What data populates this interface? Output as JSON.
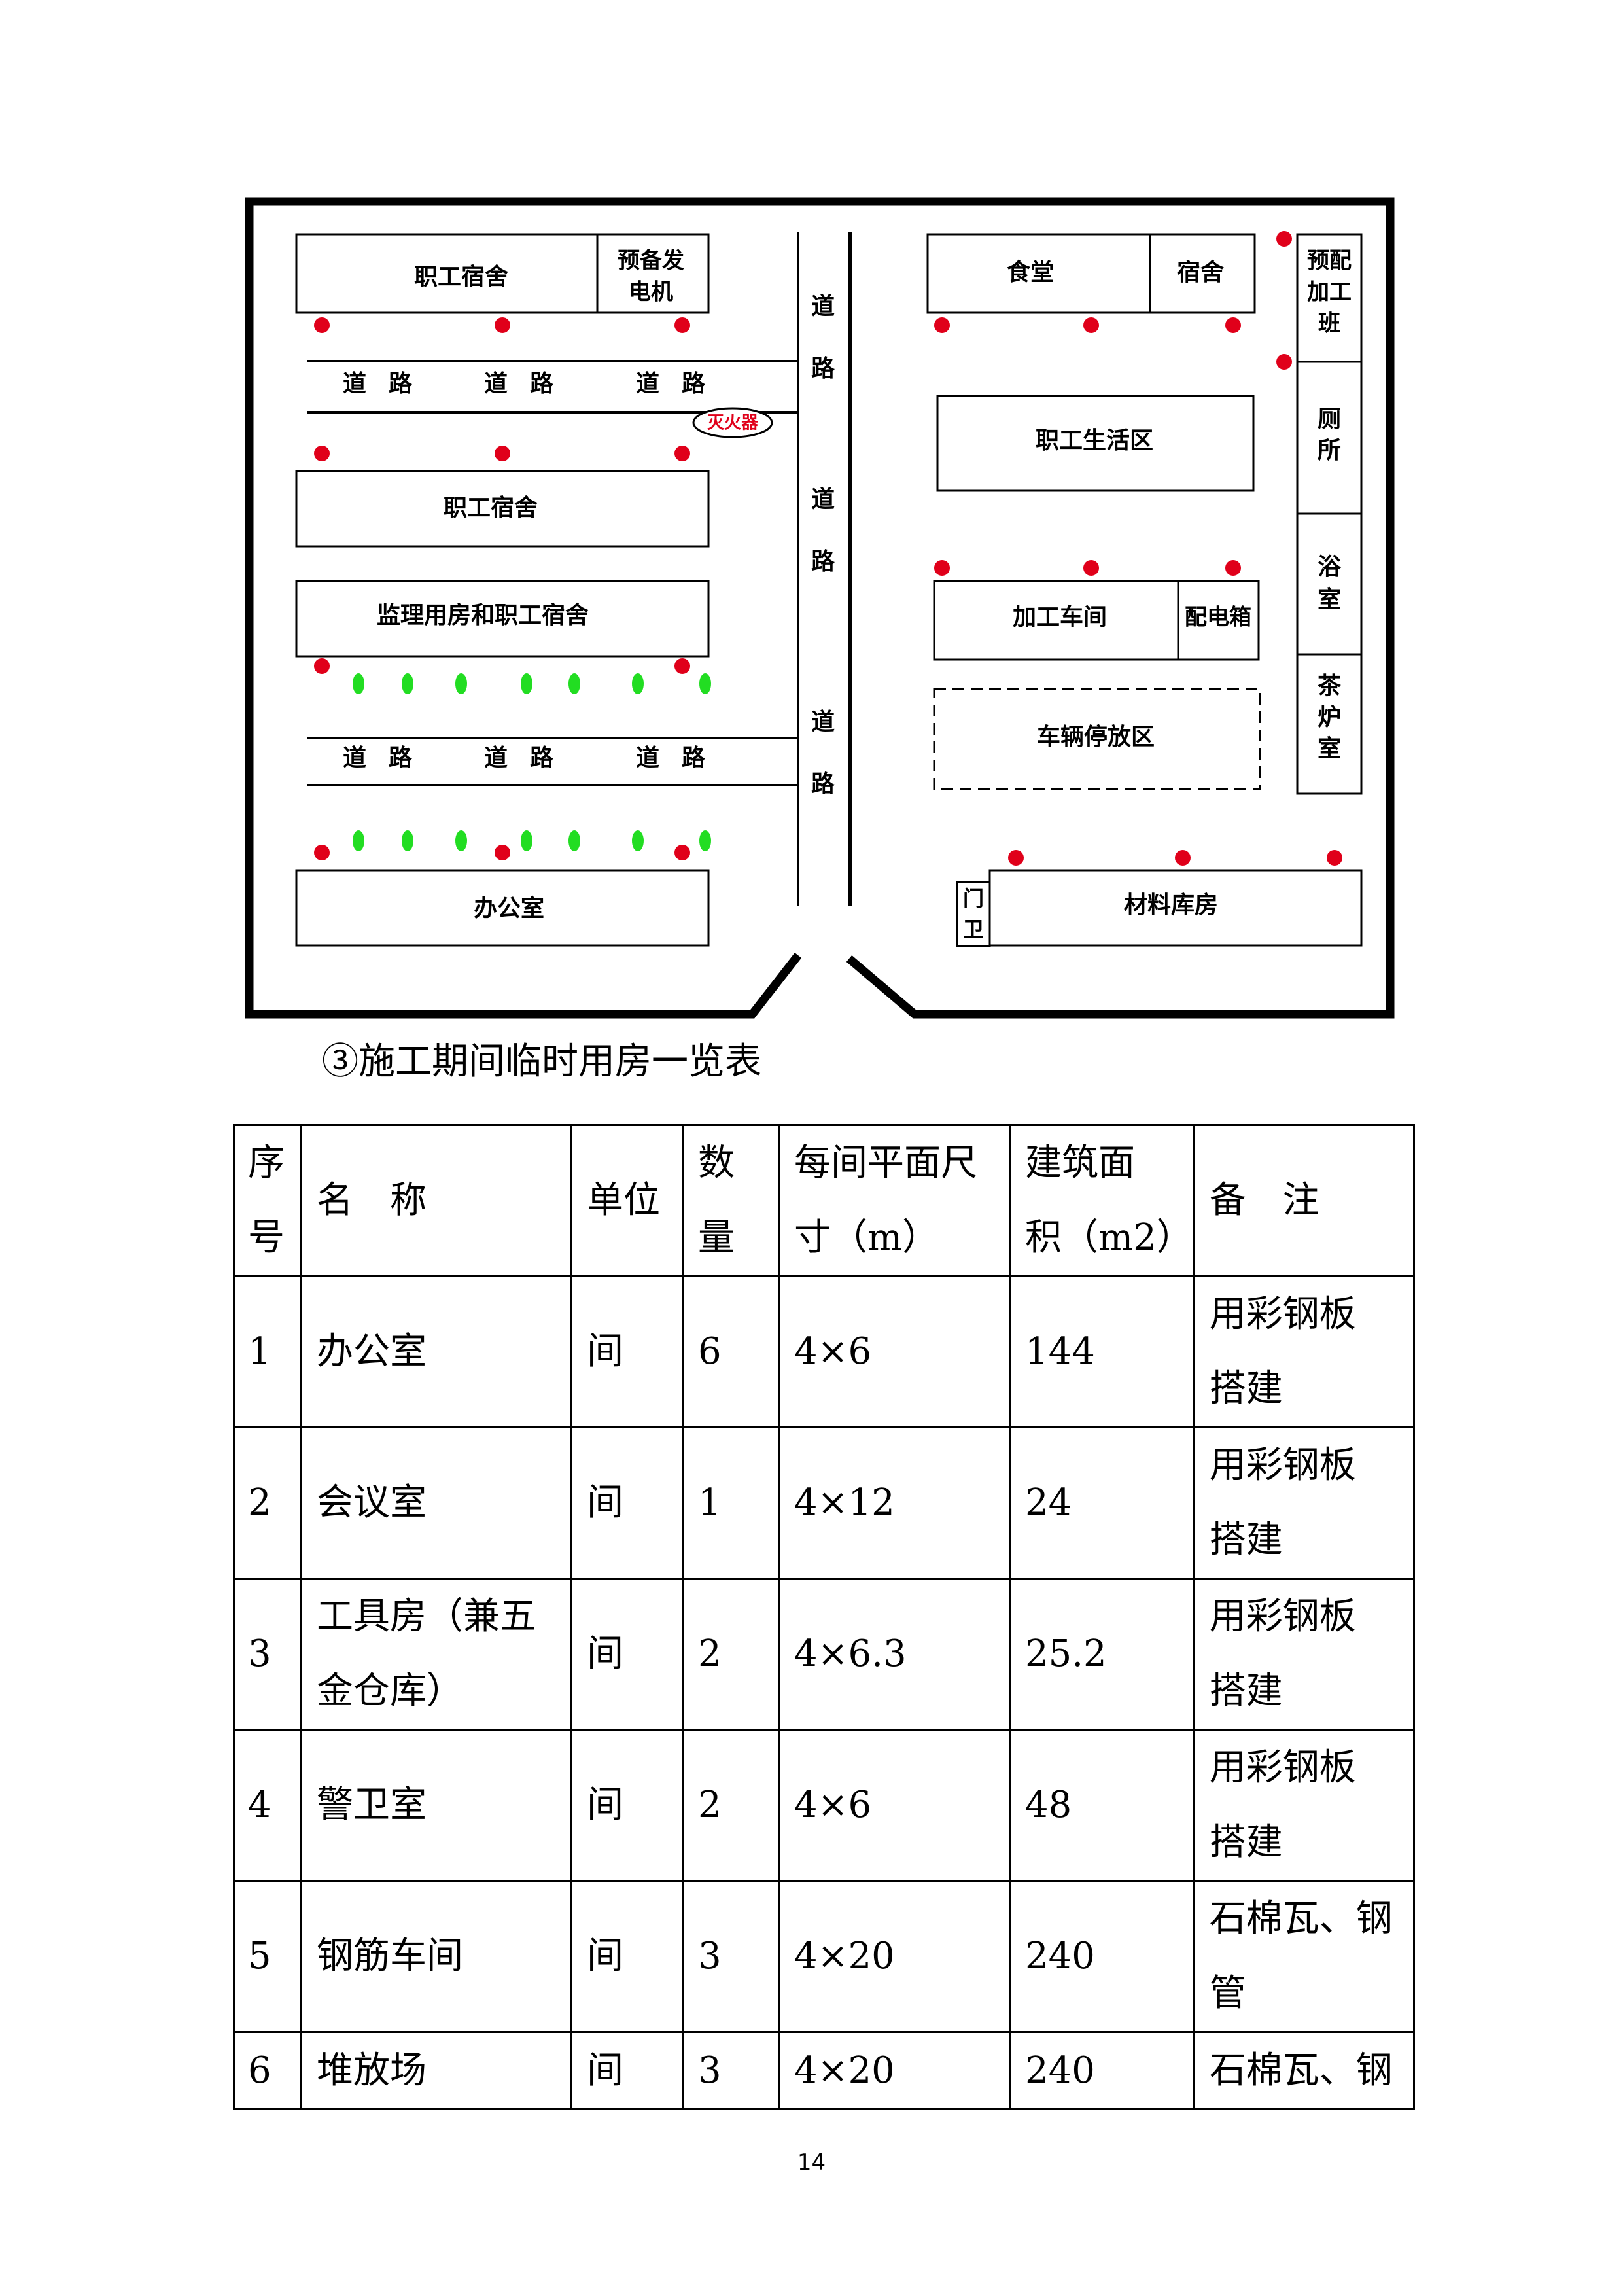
{
  "plan": {
    "buildings": {
      "dorm_top": "职工宿舍",
      "generator_1": "预备发",
      "generator_2": "电机",
      "dorm_mid": "职工宿舍",
      "supervision": "监理用房和职工宿舍",
      "office": "办公室",
      "canteen": "食堂",
      "dorm_small": "宿舍",
      "prefab_1": "预配",
      "prefab_2": "加工",
      "prefab_3": "班",
      "living_area": "职工生活区",
      "toilet_1": "厕",
      "toilet_2": "所",
      "workshop": "加工车间",
      "distribution": "配电箱",
      "bath_1": "浴",
      "bath_2": "室",
      "boiler_1": "茶",
      "boiler_2": "炉",
      "boiler_3": "室",
      "parking": "车辆停放区",
      "gate_1": "门",
      "gate_2": "卫",
      "warehouse": "材料库房"
    },
    "road_char_1": "道",
    "road_char_2": "路",
    "extinguisher_label": "灭火器"
  },
  "caption": "③施工期间临时用房一览表",
  "table": {
    "headers": {
      "seq": [
        "序",
        "号"
      ],
      "name": "名　称",
      "unit": "单位",
      "qty": [
        "数",
        "量"
      ],
      "size": [
        "每间平面尺",
        "寸（m）"
      ],
      "area": [
        "建筑面",
        "积（m2）"
      ],
      "note": "备　注"
    },
    "rows": [
      {
        "seq": "1",
        "name": [
          "办公室"
        ],
        "unit": "间",
        "qty": "6",
        "size": "4×6",
        "area": "144",
        "note": [
          "用彩钢板",
          "搭建"
        ]
      },
      {
        "seq": "2",
        "name": [
          "会议室"
        ],
        "unit": "间",
        "qty": "1",
        "size": "4×12",
        "area": "24",
        "note": [
          "用彩钢板",
          "搭建"
        ]
      },
      {
        "seq": "3",
        "name": [
          "工具房（兼五",
          "金仓库）"
        ],
        "unit": "间",
        "qty": "2",
        "size": "4×6.3",
        "area": "25.2",
        "note": [
          "用彩钢板",
          "搭建"
        ]
      },
      {
        "seq": "4",
        "name": [
          "警卫室"
        ],
        "unit": "间",
        "qty": "2",
        "size": "4×6",
        "area": "48",
        "note": [
          "用彩钢板",
          "搭建"
        ]
      },
      {
        "seq": "5",
        "name": [
          "钢筋车间"
        ],
        "unit": "间",
        "qty": "3",
        "size": "4×20",
        "area": "240",
        "note": [
          "石棉瓦、钢",
          "管"
        ]
      },
      {
        "seq": "6",
        "name": [
          "堆放场"
        ],
        "unit": "间",
        "qty": "3",
        "size": "4×20",
        "area": "240",
        "note": [
          "石棉瓦、钢"
        ]
      }
    ]
  },
  "page_number": "14",
  "colors": {
    "extinguisher": "#e0001a",
    "tree": "#22dd22",
    "line": "#000000"
  }
}
